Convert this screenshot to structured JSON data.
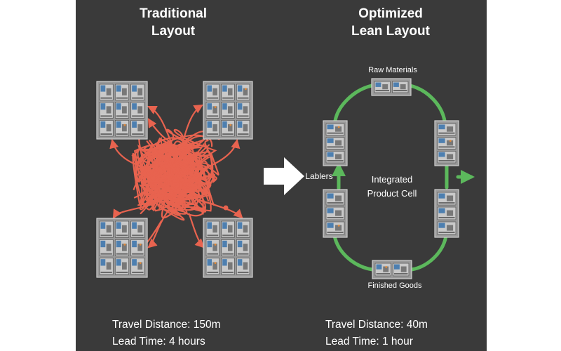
{
  "traditional": {
    "title_line1": "Traditional",
    "title_line2": "Layout",
    "travel_distance": "Travel Distance: 150m",
    "lead_time": "Lead Time: 4 hours"
  },
  "optimized": {
    "title_line1": "Optimized",
    "title_line2": "Lean Layout",
    "label_raw": "Raw Materials",
    "label_lablers": "Lablers",
    "label_center_line1": "Integrated",
    "label_center_line2": "Product Cell",
    "label_finished": "Finished Goods",
    "travel_distance": "Travel Distance: 40m",
    "lead_time": "Lead Time: 1 hour"
  },
  "colors": {
    "background": "#3a3a3a",
    "tangle": "#e8634f",
    "flow": "#5cb85c",
    "transition_arrow": "#ffffff"
  }
}
